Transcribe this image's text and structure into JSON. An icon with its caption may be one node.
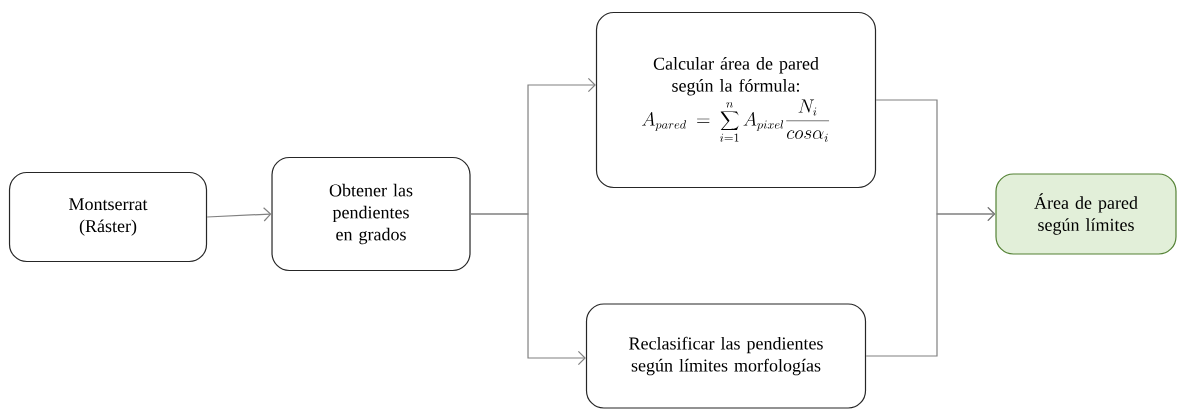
{
  "diagram": {
    "nodes": [
      {
        "text": [
          "Montserrat (Ráster)"
        ]
      },
      {
        "text": [
          "Obtener las pendientes en grados"
        ]
      },
      {
        "text": [
          "Calcular área de pared según la fórmula:",
          "A_{pared}=\\sum_{i=1}^{n}A_{pixel}\\frac{N_i}{cos\\alpha_i}"
        ]
      },
      {
        "text": [
          "Reclasificar las pendientes según límites morfologías"
        ]
      },
      {
        "text": [
          "Área de pared según límites"
        ]
      }
    ],
    "edges": [
      {
        "from": 0,
        "to": 1,
        "arrow": "to"
      },
      {
        "from": 1,
        "to": 2,
        "arrow": "to"
      },
      {
        "from": 1,
        "to": 3,
        "arrow": "to"
      },
      {
        "from": 2,
        "to": 4,
        "arrow": "to"
      },
      {
        "from": 3,
        "to": 4,
        "arrow": "to"
      }
    ]
  }
}
